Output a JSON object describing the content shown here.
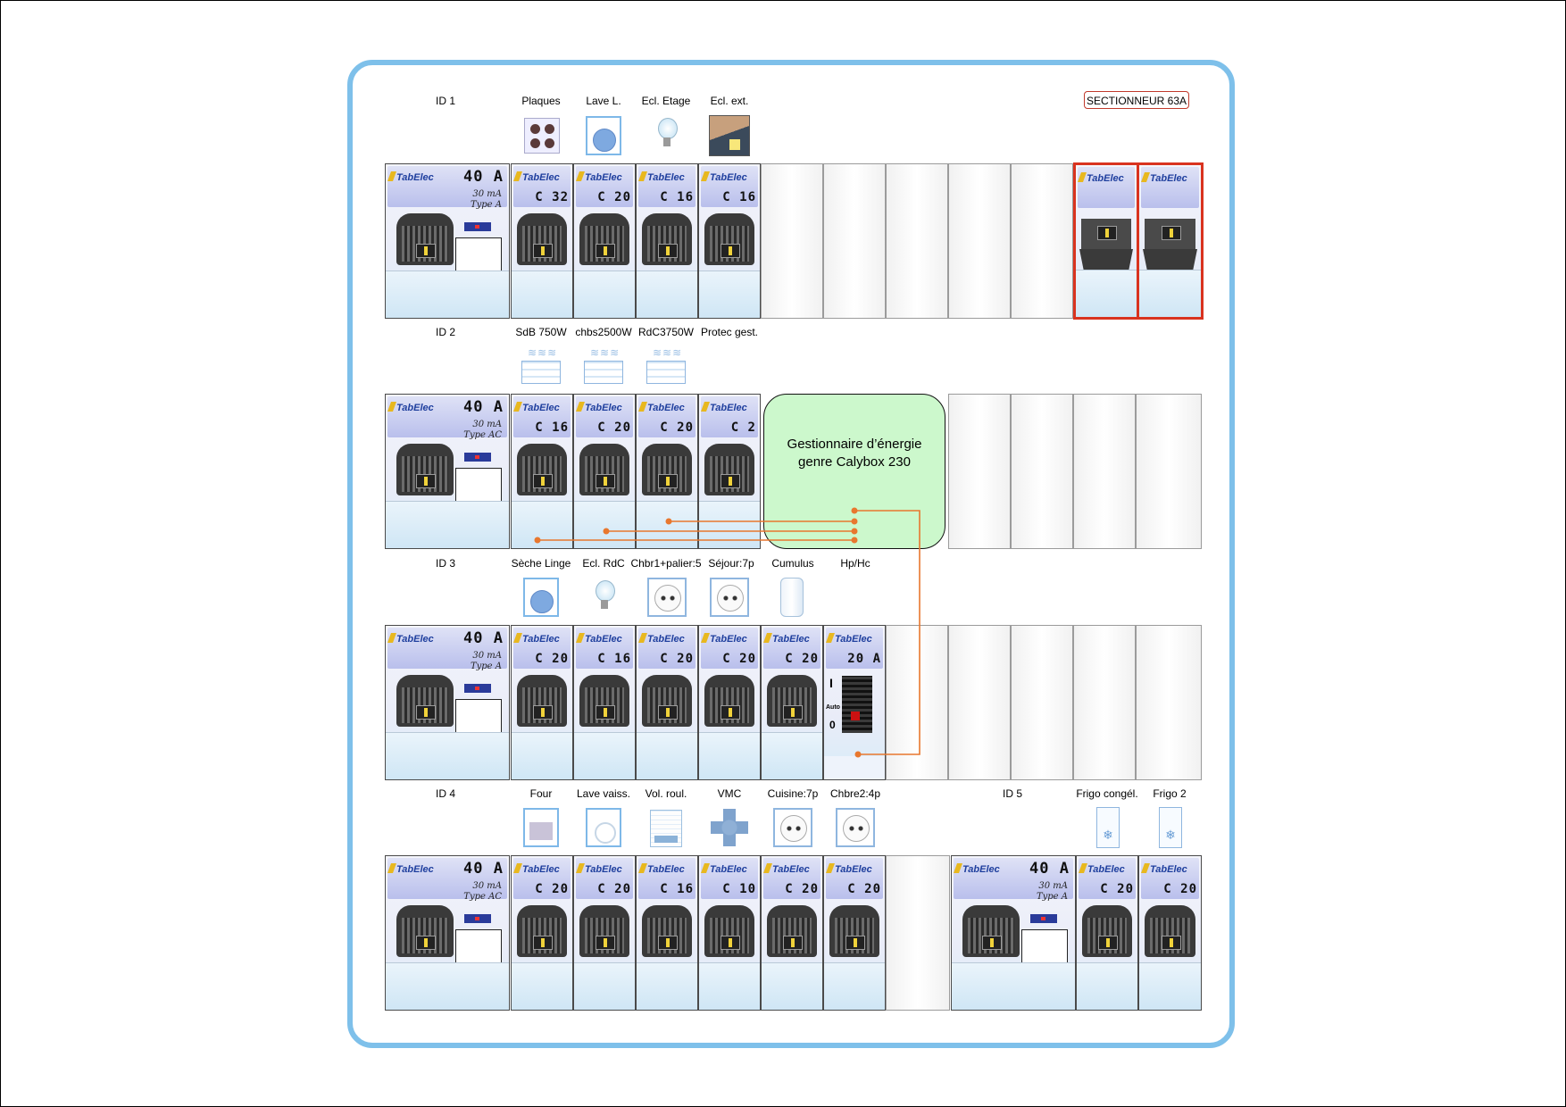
{
  "rows": [
    {
      "id_label": "ID 1",
      "differential": {
        "rating": "40 A",
        "sensitivity": "30 mA",
        "type": "Type A"
      },
      "circuits": [
        {
          "label": "Plaques",
          "icon": "hob-icon",
          "rating": "C 32"
        },
        {
          "label": "Lave L.",
          "icon": "washing-machine-icon",
          "rating": "C 20"
        },
        {
          "label": "Ecl. Etage",
          "icon": "light-bulb-icon",
          "rating": "C 16"
        },
        {
          "label": "Ecl. ext.",
          "icon": "outdoor-house-icon",
          "rating": "C 16"
        }
      ],
      "empty_slots": 5,
      "sectionneur": {
        "label": "SECTIONNEUR 63A",
        "brand": "TabElec",
        "indicator": "0"
      }
    },
    {
      "id_label": "ID 2",
      "differential": {
        "rating": "40 A",
        "sensitivity": "30 mA",
        "type": "Type AC"
      },
      "circuits": [
        {
          "label": "SdB 750W",
          "icon": "radiator-icon",
          "rating": "C 16"
        },
        {
          "label": "chbs2500W",
          "icon": "radiator-icon",
          "rating": "C 20"
        },
        {
          "label": "RdC3750W",
          "icon": "radiator-icon",
          "rating": "C 20"
        },
        {
          "label": "Protec gest.",
          "icon": "",
          "rating": "C 2"
        }
      ],
      "empty_slots": 4,
      "energy_manager": {
        "line1": "Gestionnaire d’énergie",
        "line2": "genre Calybox 230"
      }
    },
    {
      "id_label": "ID 3",
      "differential": {
        "rating": "40 A",
        "sensitivity": "30 mA",
        "type": "Type A"
      },
      "circuits": [
        {
          "label": "Sèche Linge",
          "icon": "dryer-icon",
          "rating": "C 20"
        },
        {
          "label": "Ecl. RdC",
          "icon": "light-bulb-icon",
          "rating": "C 16"
        },
        {
          "label": "Chbr1+palier:5",
          "icon": "socket-icon",
          "rating": "C 20"
        },
        {
          "label": "Séjour:7p",
          "icon": "socket-icon",
          "rating": "C 20"
        },
        {
          "label": "Cumulus",
          "icon": "water-heater-icon",
          "rating": "C 20"
        }
      ],
      "hphc": {
        "label": "Hp/Hc",
        "rating": "20 A",
        "on": "I",
        "auto": "Auto",
        "off": "0"
      },
      "empty_slots": 5
    },
    {
      "id_label": "ID 4",
      "differential": {
        "rating": "40 A",
        "sensitivity": "30 mA",
        "type": "Type AC"
      },
      "circuits": [
        {
          "label": "Four",
          "icon": "oven-icon",
          "rating": "C 20"
        },
        {
          "label": "Lave vaiss.",
          "icon": "dishwasher-icon",
          "rating": "C 20"
        },
        {
          "label": "Vol. roul.",
          "icon": "roller-shutter-icon",
          "rating": "C 16"
        },
        {
          "label": "VMC",
          "icon": "vmc-icon",
          "rating": "C 10"
        },
        {
          "label": "Cuisine:7p",
          "icon": "socket-icon",
          "rating": "C 20"
        },
        {
          "label": "Chbre2:4p",
          "icon": "socket-icon",
          "rating": "C 20"
        }
      ],
      "empty_slots": 1,
      "id5": {
        "id_label": "ID 5",
        "differential": {
          "rating": "40 A",
          "sensitivity": "30 mA",
          "type": "Type A"
        },
        "circuits": [
          {
            "label": "Frigo congél.",
            "icon": "fridge-icon",
            "rating": "C 20"
          },
          {
            "label": "Frigo 2",
            "icon": "fridge-icon",
            "rating": "C 20"
          }
        ]
      }
    }
  ],
  "brand": "TabElec",
  "colors": {
    "panel_border": "#7ec0ea",
    "wire": "#e8772e",
    "sectionneur": "#d9331f",
    "manager_fill": "#ccf8cc"
  }
}
